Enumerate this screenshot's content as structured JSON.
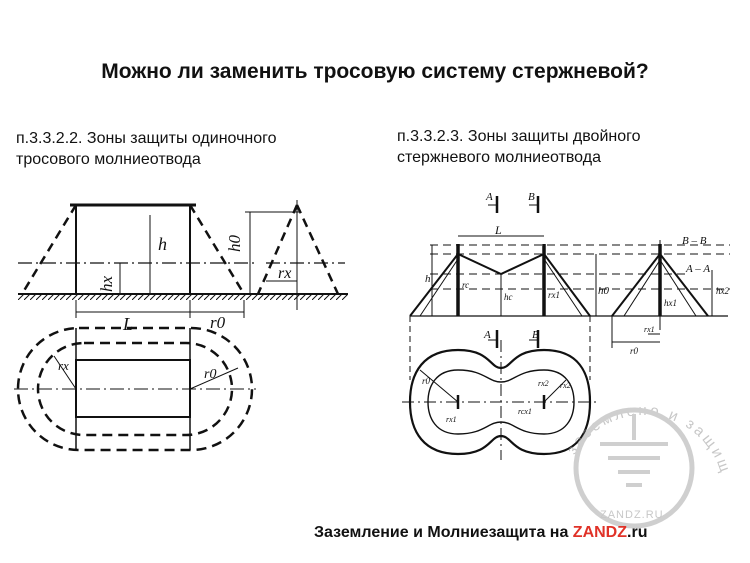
{
  "title": "Можно ли заменить тросовую систему стержневой?",
  "left_caption": {
    "line1": "п.3.3.2.2. Зоны защиты одиночного",
    "line2": "тросового молниеотвода"
  },
  "right_caption": {
    "line1": "п.3.3.2.3. Зоны защиты двойного",
    "line2": "стержневого молниеотвода"
  },
  "left_labels": {
    "h": "h",
    "h0": "h0",
    "hx": "hx",
    "rx": "rx",
    "L": "L",
    "r0": "r0",
    "rx_plan": "rx",
    "r0_plan": "r0"
  },
  "right_labels": {
    "A_top": "A",
    "B_top": "B",
    "L": "L",
    "BB": "B – B",
    "AA": "A – A",
    "h": "h",
    "rc": "rc",
    "h0": "h0",
    "hc": "hc",
    "rx1": "rx1",
    "hx2": "hx2",
    "hx1": "hx1",
    "rx1_b": "rx1",
    "r0": "r0",
    "A_bot": "A",
    "B_bot": "B",
    "r0_plan": "r0",
    "rx2": "rx2",
    "rx2_b": "rx2",
    "rx1_plan": "rx1",
    "rcx1": "rcx1"
  },
  "watermark": {
    "arc_text": "заземлено и защищено",
    "site": "ZANDZ.RU"
  },
  "footer": {
    "text": "Заземление и Молниезащита на ",
    "brand": "ZANDZ",
    "suffix": ".ru"
  },
  "colors": {
    "brand": "#e03228",
    "watermark": "#c8c8c8"
  }
}
